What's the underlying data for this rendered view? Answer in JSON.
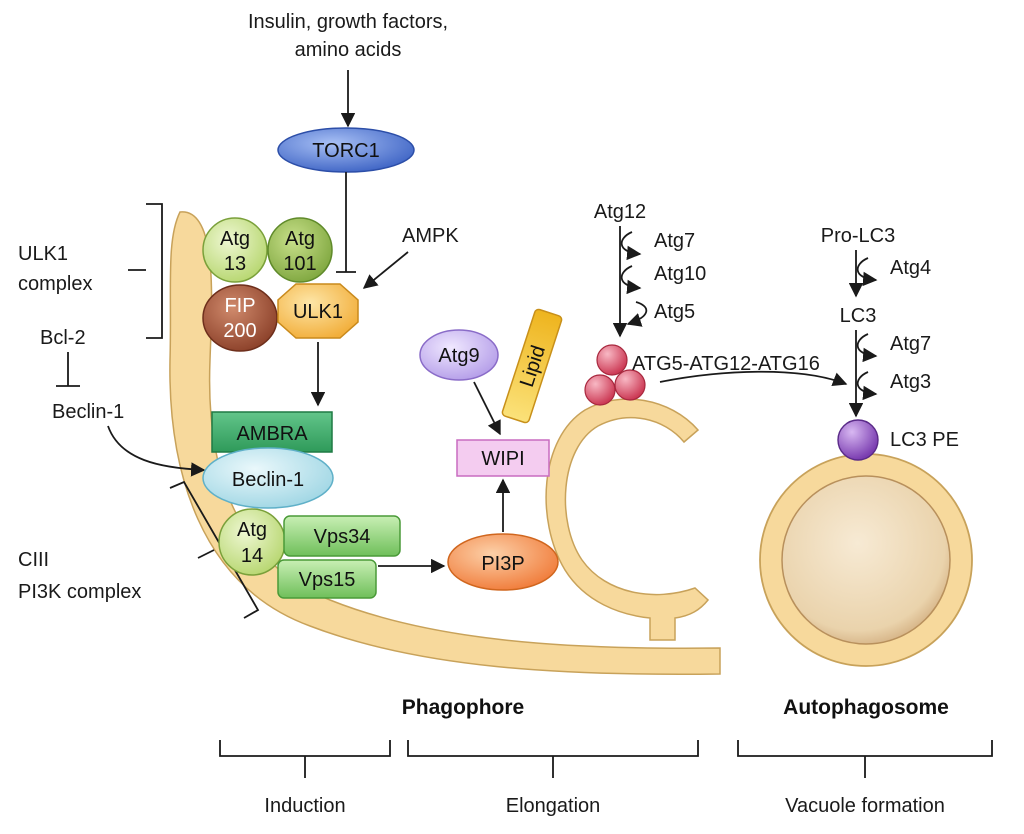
{
  "inputs": {
    "top_line1": "Insulin, growth factors,",
    "top_line2": "amino acids"
  },
  "nodes": {
    "torc1": "TORC1",
    "ampk": "AMPK",
    "ulk1": "ULK1",
    "atg13_a": "Atg",
    "atg13_b": "13",
    "atg101_a": "Atg",
    "atg101_b": "101",
    "fip200_a": "FIP",
    "fip200_b": "200",
    "ambra": "AMBRA",
    "beclin1_node": "Beclin-1",
    "atg14_a": "Atg",
    "atg14_b": "14",
    "vps34": "Vps34",
    "vps15": "Vps15",
    "pi3p": "PI3P",
    "wipi": "WIPI",
    "atg9": "Atg9",
    "lipid": "Lipid",
    "lc3pe": "LC3 PE"
  },
  "side_labels": {
    "ulk1_complex_1": "ULK1",
    "ulk1_complex_2": "complex",
    "bcl2": "Bcl-2",
    "beclin1": "Beclin-1",
    "ciii_1": "CIII",
    "ciii_2": "PI3K complex"
  },
  "conjugation_atg12": {
    "start": "Atg12",
    "steps": [
      "Atg7",
      "Atg10",
      "Atg5"
    ],
    "complex": "ATG5-ATG12-ATG16"
  },
  "conjugation_lc3": {
    "start": "Pro-LC3",
    "step1": "Atg4",
    "mid": "LC3",
    "steps": [
      "Atg7",
      "Atg3"
    ]
  },
  "structures": {
    "phagophore": "Phagophore",
    "autophagosome": "Autophagosome"
  },
  "stages": [
    "Induction",
    "Elongation",
    "Vacuole formation"
  ],
  "colors": {
    "membrane": "#f7d99c",
    "membrane_edge": "#c8a25a",
    "torc1": "#5b7fd6",
    "green_light": "#cde59a",
    "green_mid": "#9cc05a",
    "fip200": "#a0553a",
    "ulk1": "#f7c25a",
    "ambra": "#3faa6a",
    "beclin": "#bfe6f0",
    "vps": "#8fd07a",
    "pi3p": "#f59a5c",
    "wipi": "#f3c8ee",
    "atg9": "#cdbcf0",
    "lipid": "#f5cc3c",
    "complex_red": "#e05a70",
    "lc3pe": "#9a5cc8"
  }
}
